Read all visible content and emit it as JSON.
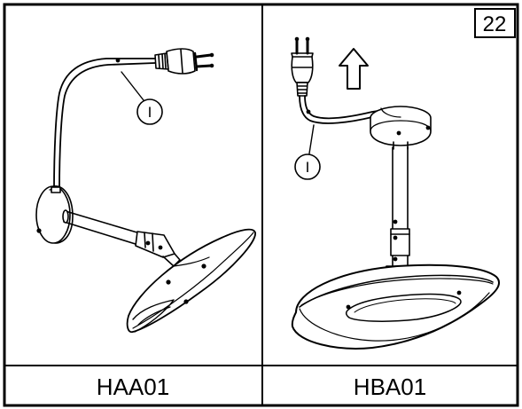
{
  "page_number": "22",
  "panels": [
    {
      "label": "HAA01",
      "callout": "I",
      "mount": "wall"
    },
    {
      "label": "HBA01",
      "callout": "I",
      "mount": "ceiling"
    }
  ],
  "colors": {
    "line": "#000000",
    "background": "#ffffff"
  },
  "icons": [
    "euro-plug-icon",
    "arrow-up-icon"
  ]
}
